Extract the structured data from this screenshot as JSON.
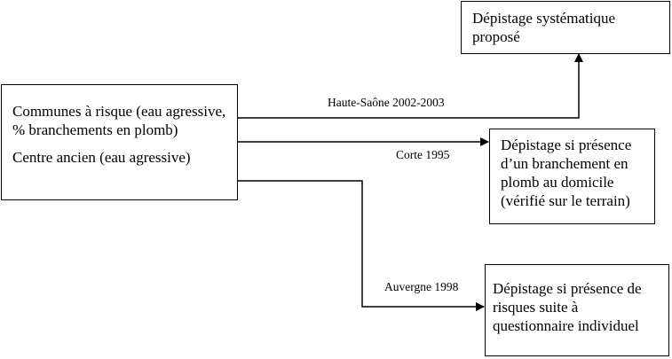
{
  "boxes": {
    "source": {
      "line1": "Communes à risque (eau agressive, % branchements en plomb)",
      "line2": "Centre ancien (eau agressive)"
    },
    "systematic": "Dépistage systématique proposé",
    "branchement": "Dépistage si présence d’un branchement en plomb au domicile (vérifié sur le terrain)",
    "questionnaire": "Dépistage si présence de risques suite à questionnaire individuel"
  },
  "links": {
    "haute_saone": "Haute-Saône 2002-2003",
    "corte": "Corte 1995",
    "auvergne": "Auvergne 1998"
  }
}
